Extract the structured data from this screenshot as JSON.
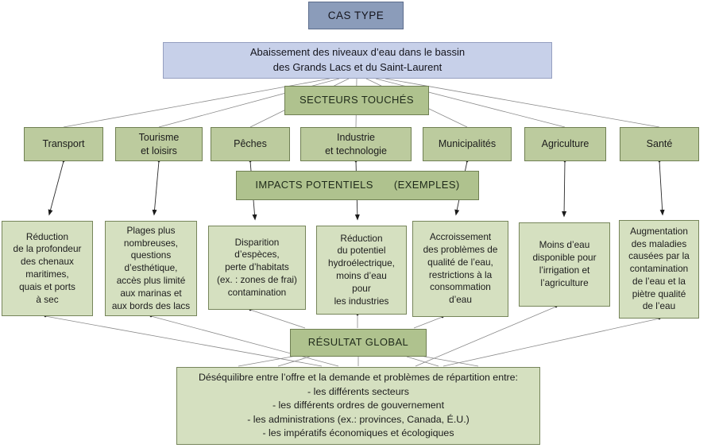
{
  "diagram": {
    "title_box": "CAS TYPE",
    "problem_box": "Abaissement des niveaux d’eau dans le bassin\ndes Grands Lacs et du Saint-Laurent",
    "sectors_header": "SECTEURS TOUCHÉS",
    "sectors": [
      "Transport",
      "Tourisme\net loisirs",
      "Pêches",
      "Industrie\net technologie",
      "Municipalités",
      "Agriculture",
      "Santé"
    ],
    "impacts_header": {
      "label": "IMPACTS POTENTIELS",
      "suffix": "(EXEMPLES)"
    },
    "impacts": [
      "Réduction\nde la profondeur\ndes chenaux\nmaritimes,\nquais et ports\nà sec",
      "Plages plus\nnombreuses,\nquestions\nd’esthétique,\naccès plus limité\naux marinas et\naux bords des lacs",
      "Disparition\nd’espèces,\nperte d’habitats\n(ex. : zones de frai)\ncontamination",
      "Réduction\ndu potentiel\nhydroélectrique,\nmoins d’eau\npour\nles industries",
      "Accroissement\ndes problèmes de\nqualité de l’eau,\nrestrictions à la\nconsommation\nd’eau",
      "Moins d’eau\ndisponible pour\nl’irrigation et\nl’agriculture",
      "Augmentation\ndes maladies\ncausées par la\ncontamination\nde l’eau et la\npiètre qualité\nde l’eau"
    ],
    "result_header": "RÉSULTAT GLOBAL",
    "conclusion_box": "Déséquilibre entre l’offre et la demande et problèmes de répartition entre:\n- les différents secteurs\n- les différents ordres de gouvernement\n- les administrations (ex.: provinces, Canada, É.U.)\n- les impératifs économiques et écologiques"
  },
  "colors": {
    "title_blue": "#8b9cba",
    "problem_lavender": "#c7d0e9",
    "header_green": "#afc28e",
    "sector_green": "#bccb9e",
    "impact_green": "#d5e0c0",
    "green_border": "#6f7f52",
    "blue_border": "#5c6c8c",
    "line_gray": "#777777",
    "arrow_black": "#222222"
  }
}
